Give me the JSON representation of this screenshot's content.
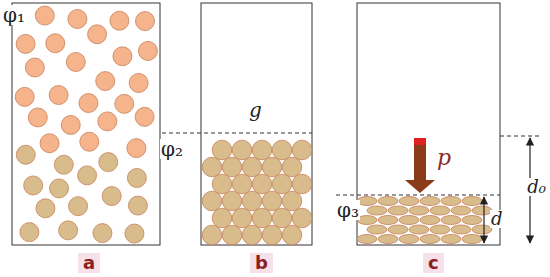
{
  "diagram": {
    "labels": [
      "φ₁",
      "g",
      "φ₂",
      "p",
      "φ₃",
      "d₀",
      "d",
      "a",
      "b",
      "c"
    ]
  }
}
